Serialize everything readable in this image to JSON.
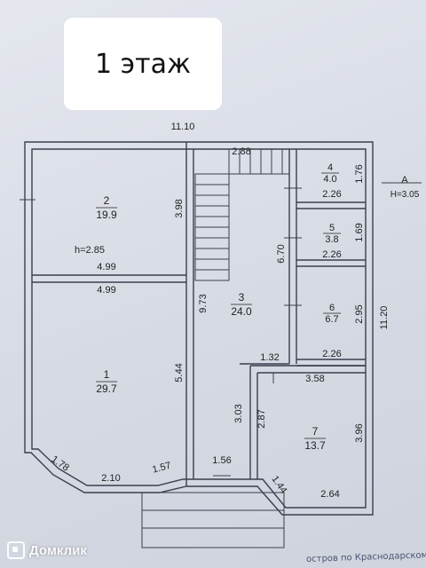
{
  "title": "1 этаж",
  "dimensions": {
    "overall_width": "11.10",
    "overall_height": "11.20",
    "stair_width": "2.88",
    "room2_width_top": "4.99",
    "room2_height": "3.98",
    "room1_width_top": "4.99",
    "room1_height": "5.44",
    "bay_left": "1.78",
    "bay_mid": "2.10",
    "bay_right": "1.57",
    "hall_height": "9.73",
    "hall_lower": "3.03",
    "hall_bottom": "1.56",
    "small_step": "1.32",
    "r4_width": "2.26",
    "r4_height": "1.76",
    "r5_width": "2.26",
    "r5_height": "1.69",
    "r6_width": "2.26",
    "r6_height": "2.95",
    "r56_height": "6.70",
    "r7_width": "3.58",
    "r7_left": "2.87",
    "r7_right": "3.96",
    "r7_bay_left": "1.44",
    "r7_bottom": "2.64"
  },
  "rooms": [
    {
      "number": "1",
      "area": "29.7"
    },
    {
      "number": "2",
      "area": "19.9"
    },
    {
      "number": "3",
      "area": "24.0"
    },
    {
      "number": "4",
      "area": "4.0"
    },
    {
      "number": "5",
      "area": "3.8"
    },
    {
      "number": "6",
      "area": "6.7"
    },
    {
      "number": "7",
      "area": "13.7"
    }
  ],
  "ceiling_height": "h=2.85",
  "axis_marker": {
    "label": "А",
    "height": "Н=3.05"
  },
  "watermark": "Домклик",
  "stamp_text": "остров по Краснодарскому краю"
}
